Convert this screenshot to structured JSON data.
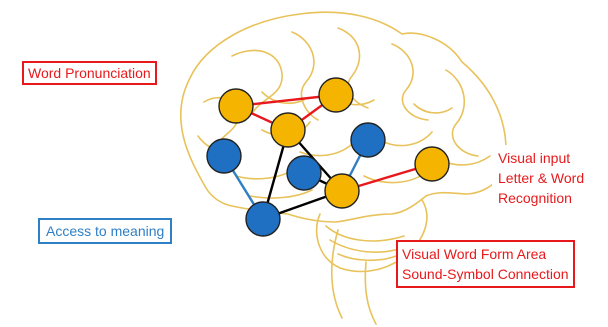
{
  "diagram": {
    "labels": {
      "word_pronunciation": "Word Pronunciation",
      "access_to_meaning": "Access to meaning",
      "visual_input": [
        "Visual input",
        "Letter & Word",
        "Recognition"
      ],
      "visual_word_form": [
        "Visual Word Form Area",
        "Sound-Symbol Connection"
      ]
    },
    "colors": {
      "brain_outline": "#e8c25a",
      "node_orange": "#f5b400",
      "node_blue": "#1f6fc2",
      "link_red": "#e8191c",
      "link_blue": "#2f7fc4",
      "link_black": "#000000",
      "label_red": "#e8191c",
      "label_blue": "#2f7fc4"
    },
    "nodes": [
      {
        "id": "o1",
        "color": "orange"
      },
      {
        "id": "o2",
        "color": "orange"
      },
      {
        "id": "o3",
        "color": "orange"
      },
      {
        "id": "o4",
        "color": "orange"
      },
      {
        "id": "o5",
        "color": "orange"
      },
      {
        "id": "b1",
        "color": "blue"
      },
      {
        "id": "b2",
        "color": "blue"
      },
      {
        "id": "b3",
        "color": "blue"
      },
      {
        "id": "b4",
        "color": "blue"
      }
    ],
    "links": [
      {
        "from": "o1",
        "to": "o2",
        "color": "red"
      },
      {
        "from": "o1",
        "to": "o3",
        "color": "red"
      },
      {
        "from": "o2",
        "to": "o3",
        "color": "red"
      },
      {
        "from": "o4",
        "to": "o5",
        "color": "red"
      },
      {
        "from": "o3",
        "to": "b4",
        "color": "black"
      },
      {
        "from": "o3",
        "to": "o4",
        "color": "black"
      },
      {
        "from": "b2",
        "to": "o4",
        "color": "black"
      },
      {
        "from": "b4",
        "to": "o4",
        "color": "black"
      },
      {
        "from": "b1",
        "to": "b4",
        "color": "blue"
      },
      {
        "from": "b3",
        "to": "o4",
        "color": "blue"
      }
    ]
  }
}
